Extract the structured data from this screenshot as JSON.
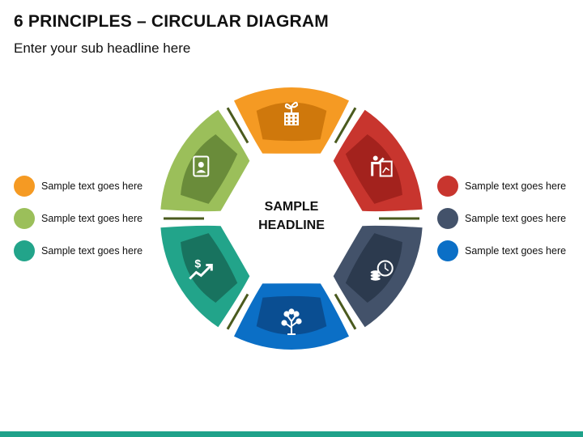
{
  "title": "6 PRINCIPLES – CIRCULAR DIAGRAM",
  "subtitle": "Enter your sub headline here",
  "center": {
    "line1": "SAMPLE",
    "line2": "HEADLINE"
  },
  "segments": [
    {
      "name": "orange",
      "outer": "#f59a23",
      "inner": "#cf780c",
      "icon": "plant-building-icon"
    },
    {
      "name": "red",
      "outer": "#c8352e",
      "inner": "#a3221d",
      "icon": "person-at-chart-icon"
    },
    {
      "name": "slate",
      "outer": "#43526a",
      "inner": "#2c3a4e",
      "icon": "coins-clock-icon"
    },
    {
      "name": "blue",
      "outer": "#0b6fc6",
      "inner": "#0a4e92",
      "icon": "money-tree-icon"
    },
    {
      "name": "teal",
      "outer": "#22a48a",
      "inner": "#18735f",
      "icon": "dollar-growth-arrow-icon"
    },
    {
      "name": "green",
      "outer": "#9bbf5a",
      "inner": "#6a8c3a",
      "icon": "dollar-document-icon"
    }
  ],
  "legend_left": [
    {
      "text": "Sample text goes here",
      "color": "#f59a23"
    },
    {
      "text": "Sample text goes here",
      "color": "#9bbf5a"
    },
    {
      "text": "Sample text goes here",
      "color": "#22a48a"
    }
  ],
  "legend_right": [
    {
      "text": "Sample text goes here",
      "color": "#c8352e"
    },
    {
      "text": "Sample text goes here",
      "color": "#43526a"
    },
    {
      "text": "Sample text goes here",
      "color": "#0b6fc6"
    }
  ],
  "colors": {
    "connector": "#4a5a1e",
    "bottom_bar": "#1fa28a"
  }
}
